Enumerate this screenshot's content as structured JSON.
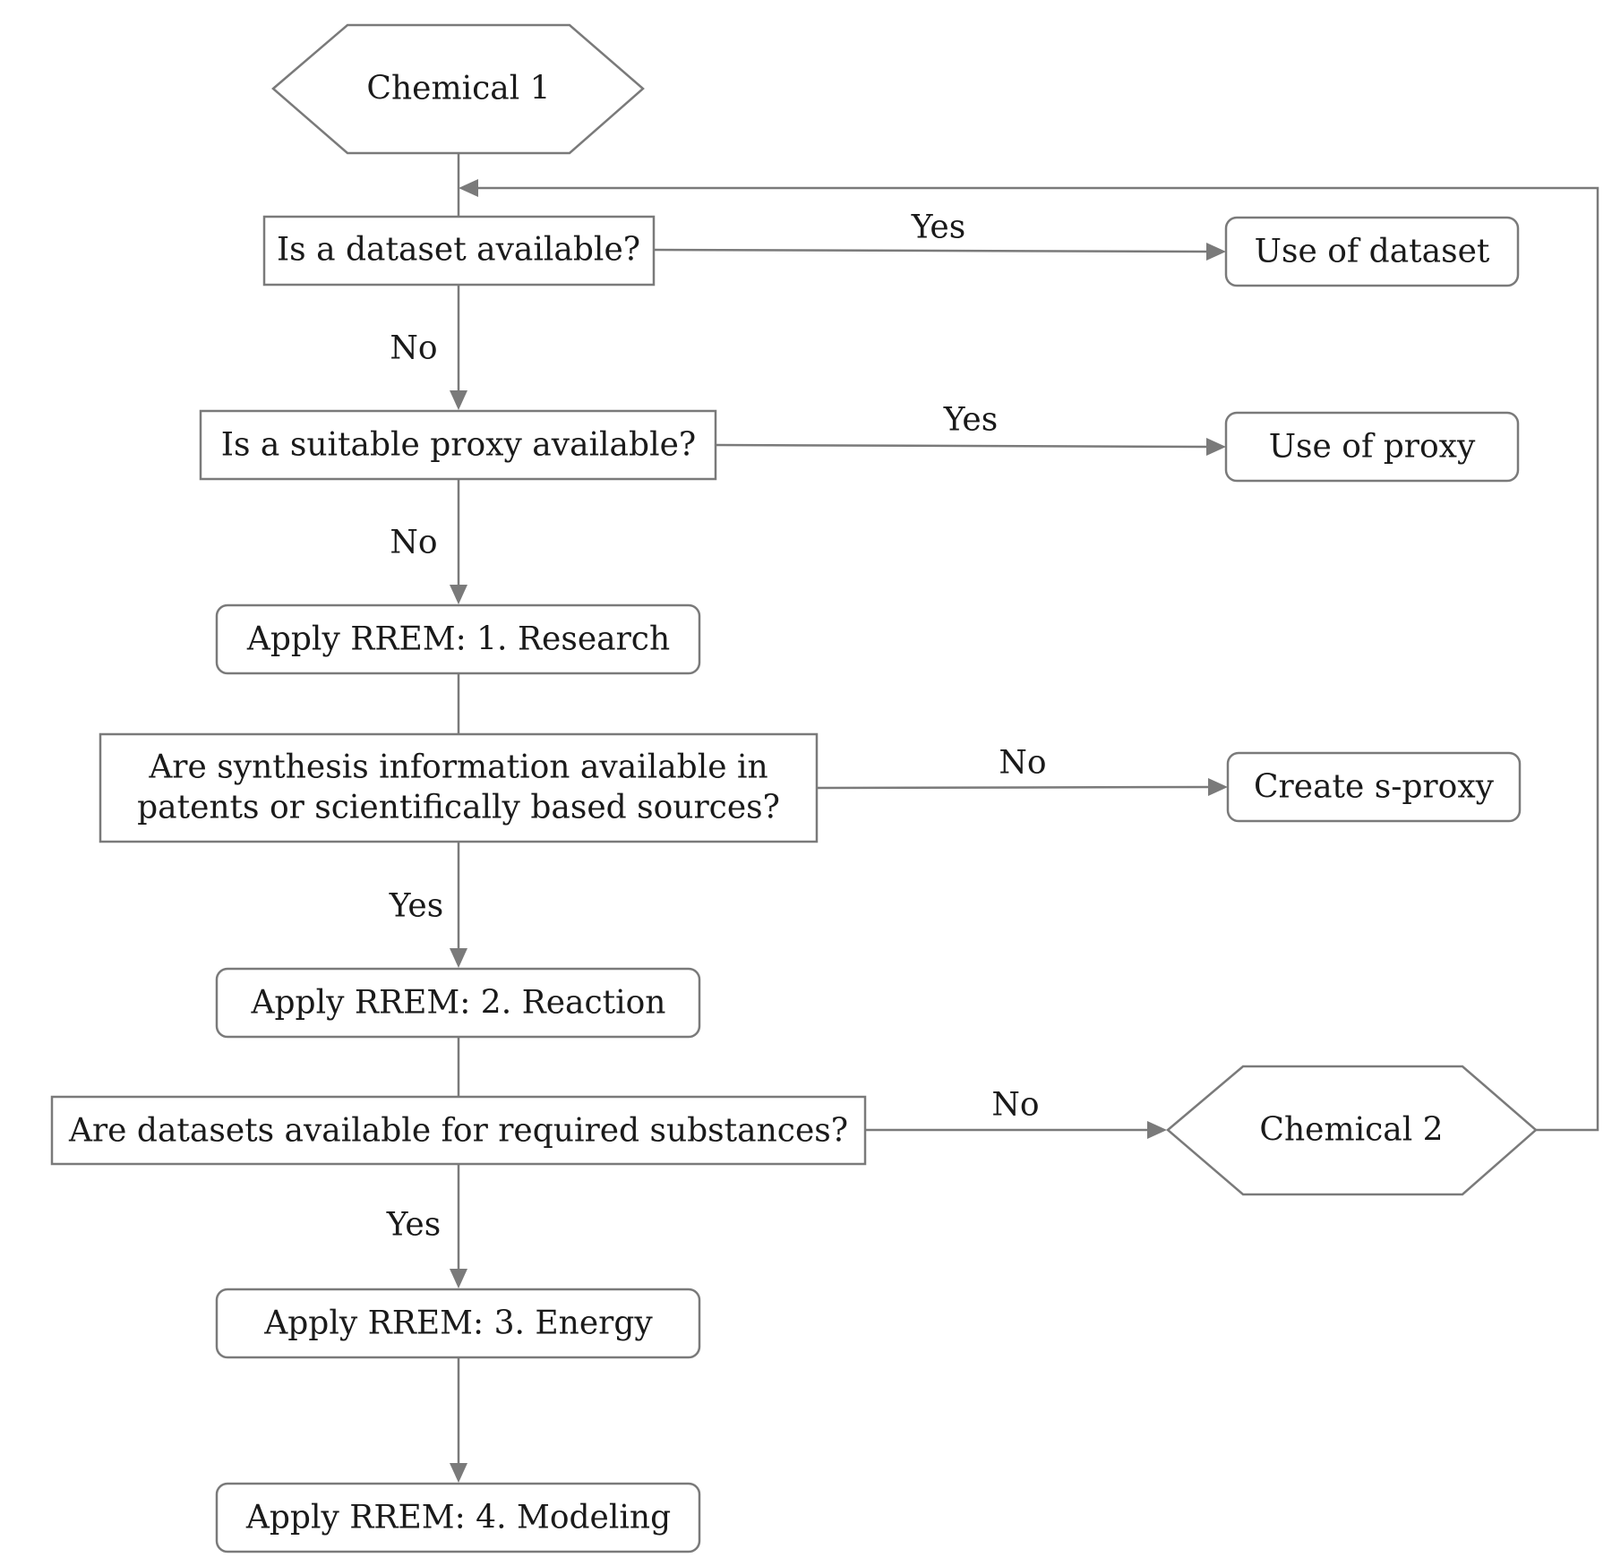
{
  "diagram": {
    "nodes": {
      "start": {
        "lines": [
          "Chemical 1"
        ]
      },
      "q_dataset": {
        "lines": [
          "Is a dataset available?"
        ]
      },
      "use_dataset": {
        "lines": [
          "Use of dataset"
        ]
      },
      "q_proxy": {
        "lines": [
          "Is a suitable proxy available?"
        ]
      },
      "use_proxy": {
        "lines": [
          "Use of proxy"
        ]
      },
      "rrem_research": {
        "lines": [
          "Apply RREM: 1. Research"
        ]
      },
      "q_synthesis": {
        "lines": [
          "Are synthesis information available in",
          "patents or scientifically based sources?"
        ]
      },
      "create_sproxy": {
        "lines": [
          "Create s-proxy"
        ]
      },
      "rrem_reaction": {
        "lines": [
          "Apply RREM: 2. Reaction"
        ]
      },
      "q_substances": {
        "lines": [
          "Are datasets available for required substances?"
        ]
      },
      "chemical2": {
        "lines": [
          "Chemical 2"
        ]
      },
      "rrem_energy": {
        "lines": [
          "Apply RREM: 3. Energy"
        ]
      },
      "rrem_modeling": {
        "lines": [
          "Apply RREM: 4. Modeling"
        ]
      }
    },
    "edges": {
      "dataset_yes": "Yes",
      "dataset_no": "No",
      "proxy_yes": "Yes",
      "proxy_no": "No",
      "synthesis_no": "No",
      "synthesis_yes": "Yes",
      "substances_no": "No",
      "substances_yes": "Yes"
    }
  }
}
